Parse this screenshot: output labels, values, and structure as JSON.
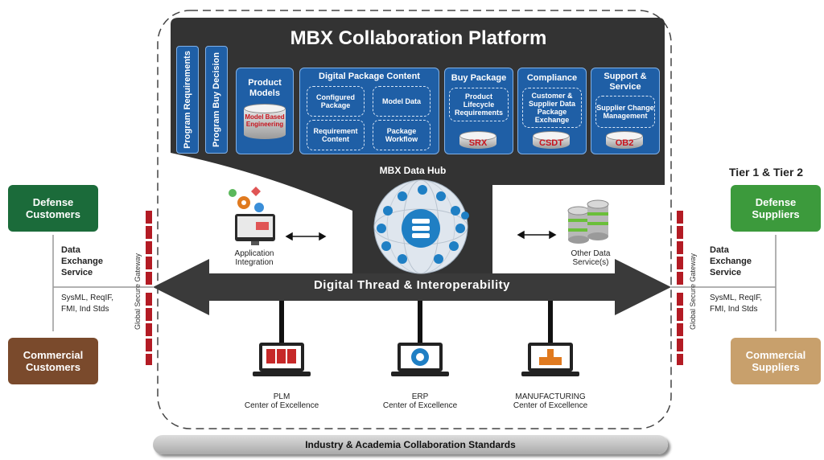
{
  "platform": {
    "title": "MBX Collaboration Platform"
  },
  "vertical_boxes": [
    "Program Requirements",
    "Program Buy Decision"
  ],
  "product_models": {
    "title": "Product Models",
    "cylinder_label": "Model Based Engineering"
  },
  "digital_package": {
    "title": "Digital Package Content",
    "items": [
      "Configured Package",
      "Model Data",
      "Requirement Content",
      "Package Workflow"
    ]
  },
  "buy_package": {
    "title": "Buy Package",
    "item": "Product Lifecycle Requirements",
    "cylinder_label": "SRX"
  },
  "compliance": {
    "title": "Compliance",
    "item": "Customer & Supplier Data Package Exchange",
    "cylinder_label": "CSDT"
  },
  "support": {
    "title": "Support & Service",
    "item": "Supplier Change Management",
    "cylinder_label": "OB2"
  },
  "data_hub": {
    "label": "MBX Data Hub"
  },
  "app_integration": {
    "label": "Application Integration"
  },
  "other_data": {
    "label": "Other Data Service(s)"
  },
  "thread": {
    "label": "Digital Thread & Interoperability"
  },
  "centers": [
    {
      "title": "PLM",
      "subtitle": "Center of Excellence"
    },
    {
      "title": "ERP",
      "subtitle": "Center of Excellence"
    },
    {
      "title": "MANUFACTURING",
      "subtitle": "Center of Excellence"
    }
  ],
  "standards": {
    "label": "Industry & Academia Collaboration Standards"
  },
  "left": {
    "defense": "Defense Customers",
    "commercial": "Commercial Customers",
    "exchange_title": "Data Exchange Service",
    "exchange_standards": "SysML, ReqIF, FMI, Ind Stds",
    "gateway": "Global Secure Gateway"
  },
  "right": {
    "tier": "Tier 1 & Tier 2",
    "defense": "Defense Suppliers",
    "commercial": "Commercial Suppliers",
    "exchange_title": "Data Exchange Service",
    "exchange_standards": "SysML, ReqIF, FMI, Ind Stds",
    "gateway": "Global Secure Gateway"
  },
  "colors": {
    "dark_panel": "#333333",
    "box_blue": "#1f5fa6",
    "defense_customers": "#1b6b3a",
    "commercial_customers": "#7a4a2c",
    "defense_suppliers": "#3c9a3c",
    "commercial_suppliers": "#c8a06c",
    "gateway_red": "#b31b24"
  }
}
